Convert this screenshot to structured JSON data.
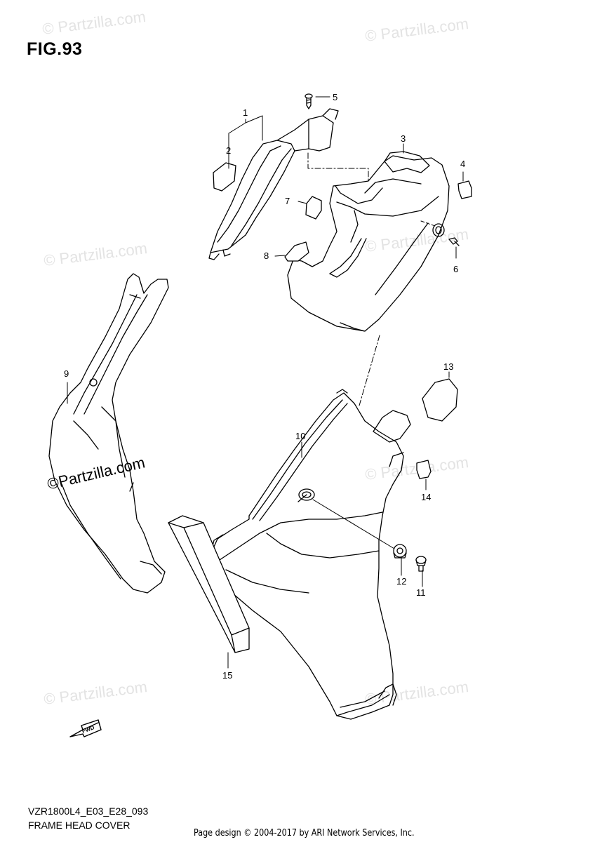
{
  "figure": {
    "title": "FIG.93",
    "code": "VZR1800L4_E03_E28_093",
    "name": "FRAME HEAD COVER"
  },
  "credit": "Page design © 2004-2017 by ARI Network Services, Inc.",
  "watermark": {
    "text": "© Partzilla.com",
    "emphasized": "©Partzilla.com"
  },
  "fwd_arrow": {
    "label": "FWD"
  },
  "callouts": [
    "1",
    "2",
    "3",
    "4",
    "5",
    "6",
    "7",
    "8",
    "9",
    "10",
    "11",
    "12",
    "13",
    "14",
    "15"
  ]
}
